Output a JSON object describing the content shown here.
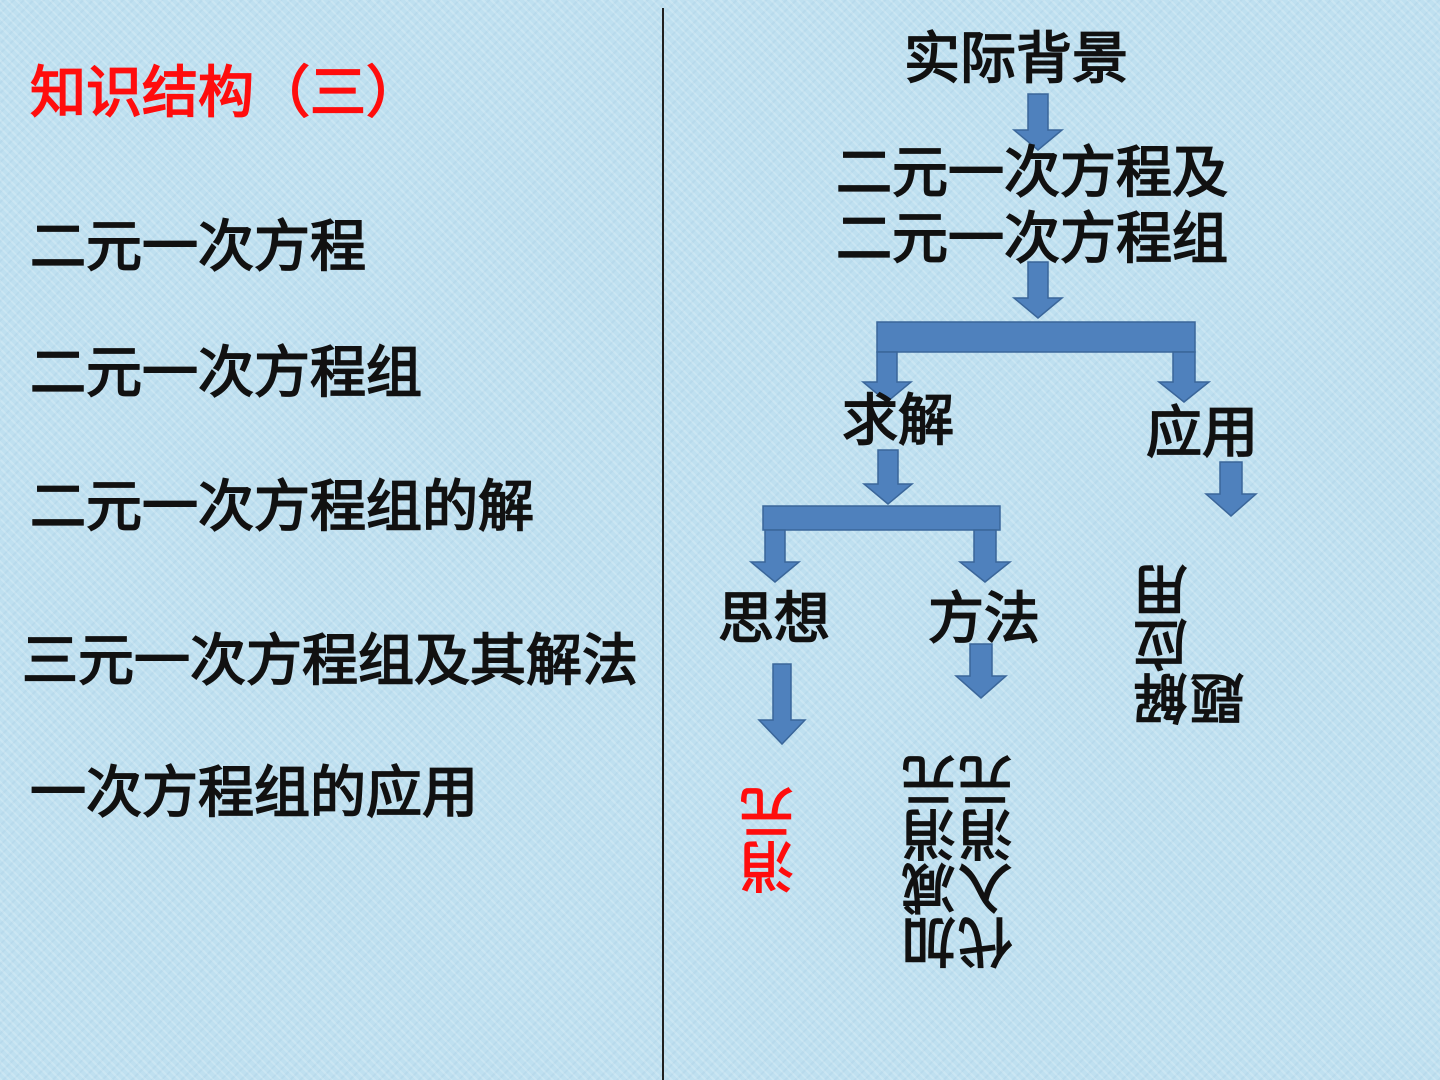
{
  "title": "知识结构（三）",
  "left_items": [
    "二元一次方程",
    "二元一次方程组",
    "二元一次方程组的解",
    "三元一次方程组及其解法",
    "一次方程组的应用"
  ],
  "diagram": {
    "background": "实际背景",
    "equation_line1": "二元一次方程及",
    "equation_line2": "二元一次方程组",
    "solve": "求解",
    "apply": "应用",
    "thought": "思想",
    "method": "方法",
    "elimination": "消元",
    "methods_detail": "加减消元代入消元",
    "word_problems": "解应用题"
  },
  "colors": {
    "accent_red": "#ff0d0d",
    "arrow_blue": "#4f81bd",
    "background": "#bfe0f0"
  }
}
